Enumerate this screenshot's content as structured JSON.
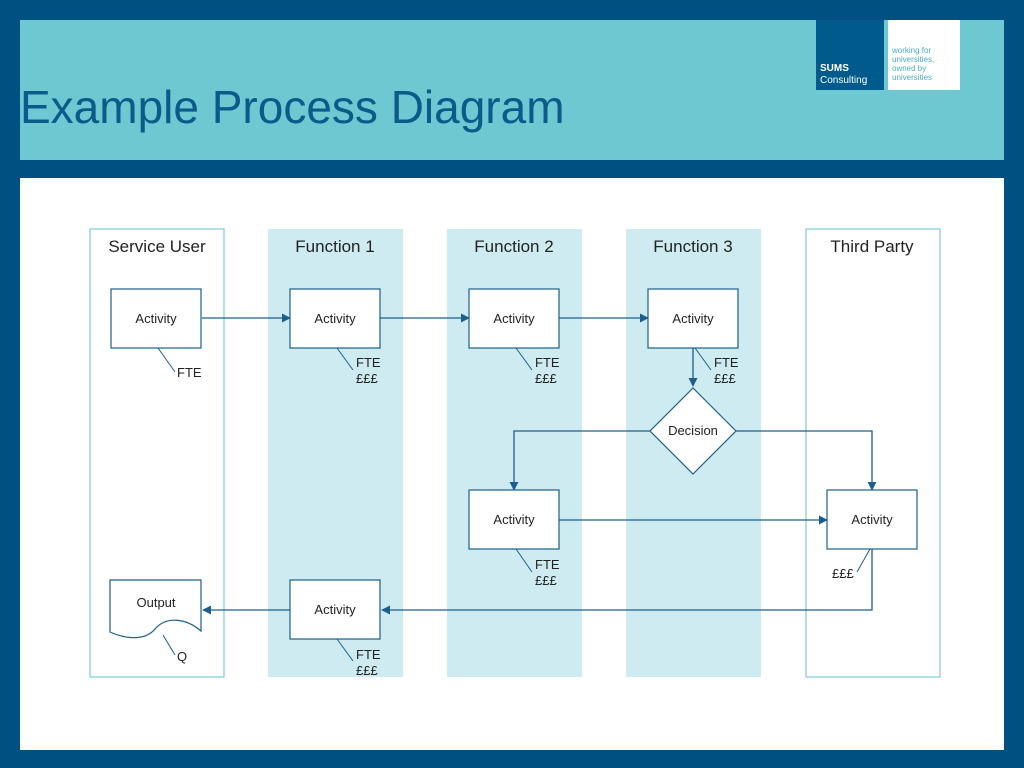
{
  "slide": {
    "title": "Example Process Diagram"
  },
  "logo": {
    "name_line1": "SUMS",
    "name_line2": "Consulting",
    "tagline": [
      "working for",
      "universities,",
      "owned by",
      "universities"
    ]
  },
  "lanes": [
    {
      "id": "service-user",
      "title": "Service User",
      "shaded": false
    },
    {
      "id": "function-1",
      "title": "Function 1",
      "shaded": true
    },
    {
      "id": "function-2",
      "title": "Function 2",
      "shaded": true
    },
    {
      "id": "function-3",
      "title": "Function 3",
      "shaded": true
    },
    {
      "id": "third-party",
      "title": "Third Party",
      "shaded": false
    }
  ],
  "nodes": {
    "su_activity": {
      "label": "Activity",
      "notes": [
        "FTE"
      ]
    },
    "f1_activity": {
      "label": "Activity",
      "notes": [
        "FTE",
        "£££"
      ]
    },
    "f2_activity": {
      "label": "Activity",
      "notes": [
        "FTE",
        "£££"
      ]
    },
    "f3_activity": {
      "label": "Activity",
      "notes": [
        "FTE",
        "£££"
      ]
    },
    "decision": {
      "label": "Decision"
    },
    "f2_activity2": {
      "label": "Activity",
      "notes": [
        "FTE",
        "£££"
      ]
    },
    "tp_activity": {
      "label": "Activity",
      "notes": [
        "£££"
      ]
    },
    "output": {
      "label": "Output",
      "notes": [
        "Q"
      ]
    },
    "f1_activity2": {
      "label": "Activity",
      "notes": [
        "FTE",
        "£££"
      ]
    }
  },
  "colors": {
    "frame": "#005082",
    "header": "#6ec8d2",
    "lane_shade": "#cdebf0",
    "lane_border": "#7fcad6",
    "line": "#1c5f8c"
  }
}
